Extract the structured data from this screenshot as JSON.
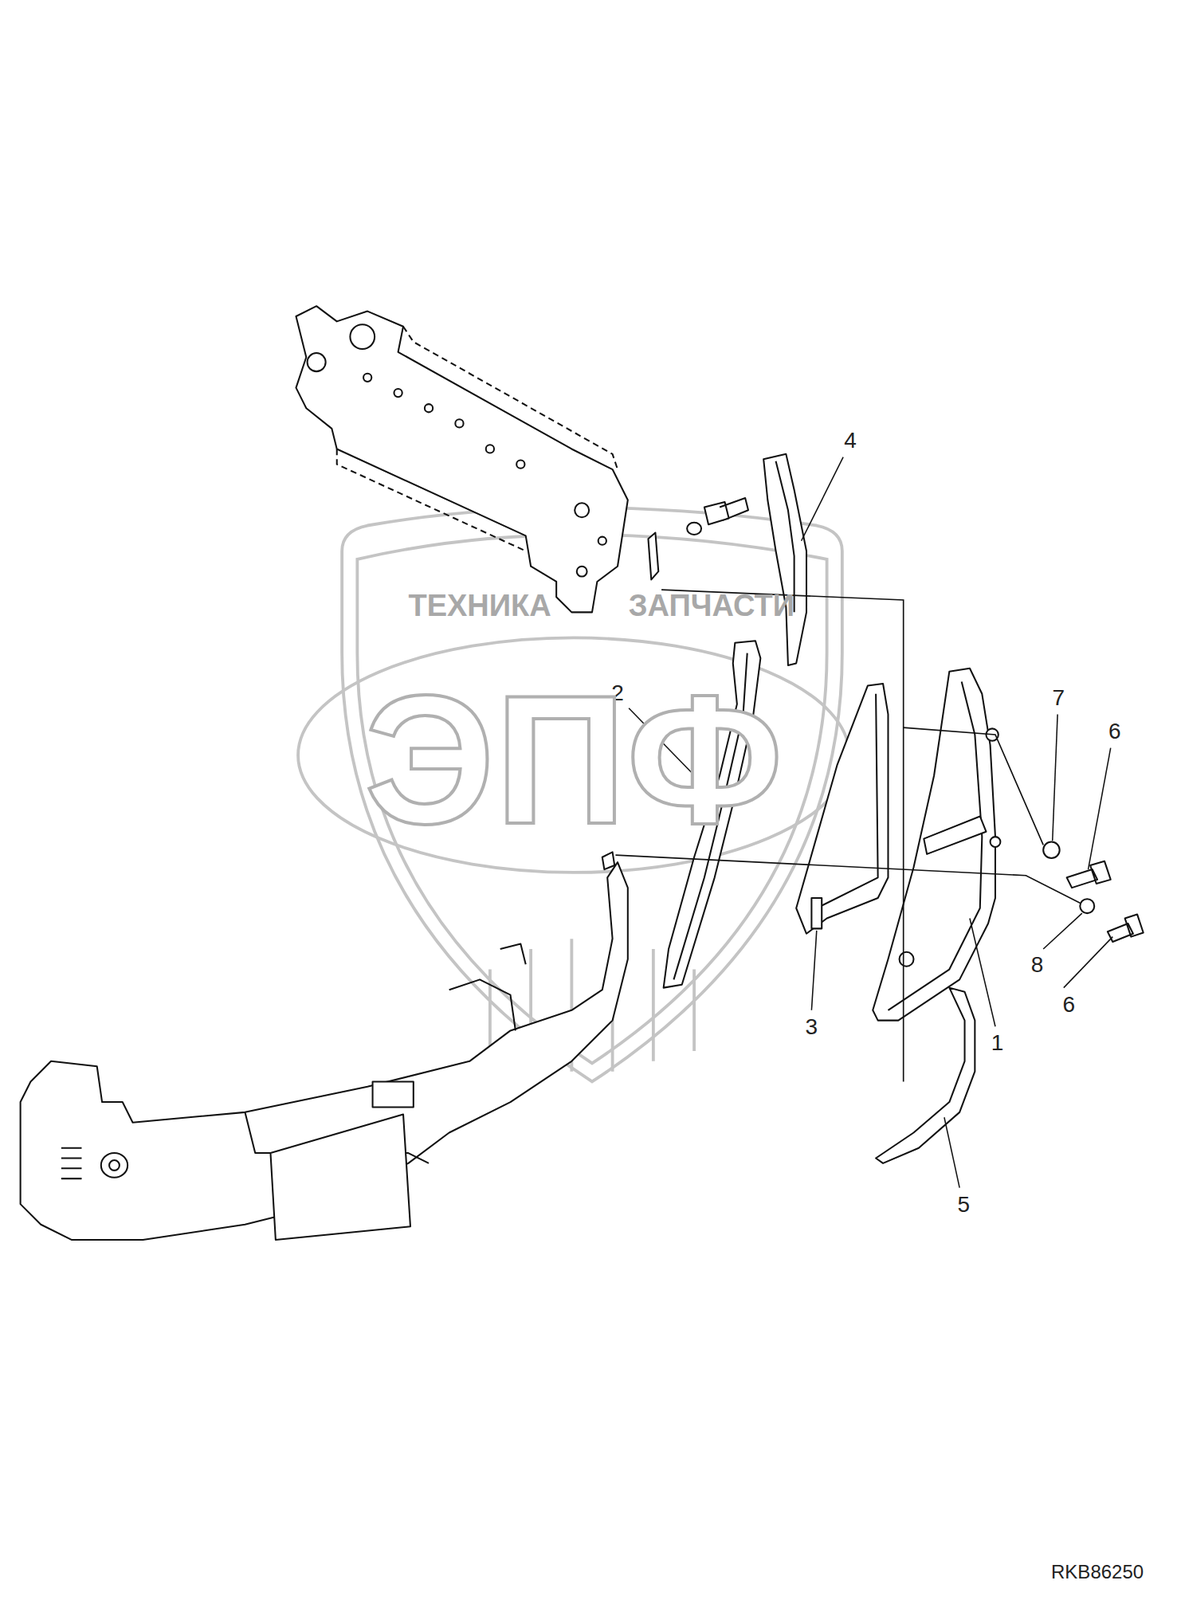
{
  "diagram": {
    "labels": [
      "4",
      "2",
      "7",
      "6",
      "ТЕХНИКА",
      "ЗАПЧАСТИ",
      "ЭПФ",
      "3",
      "8",
      "6",
      "1",
      "5",
      "RKB86250"
    ]
  }
}
